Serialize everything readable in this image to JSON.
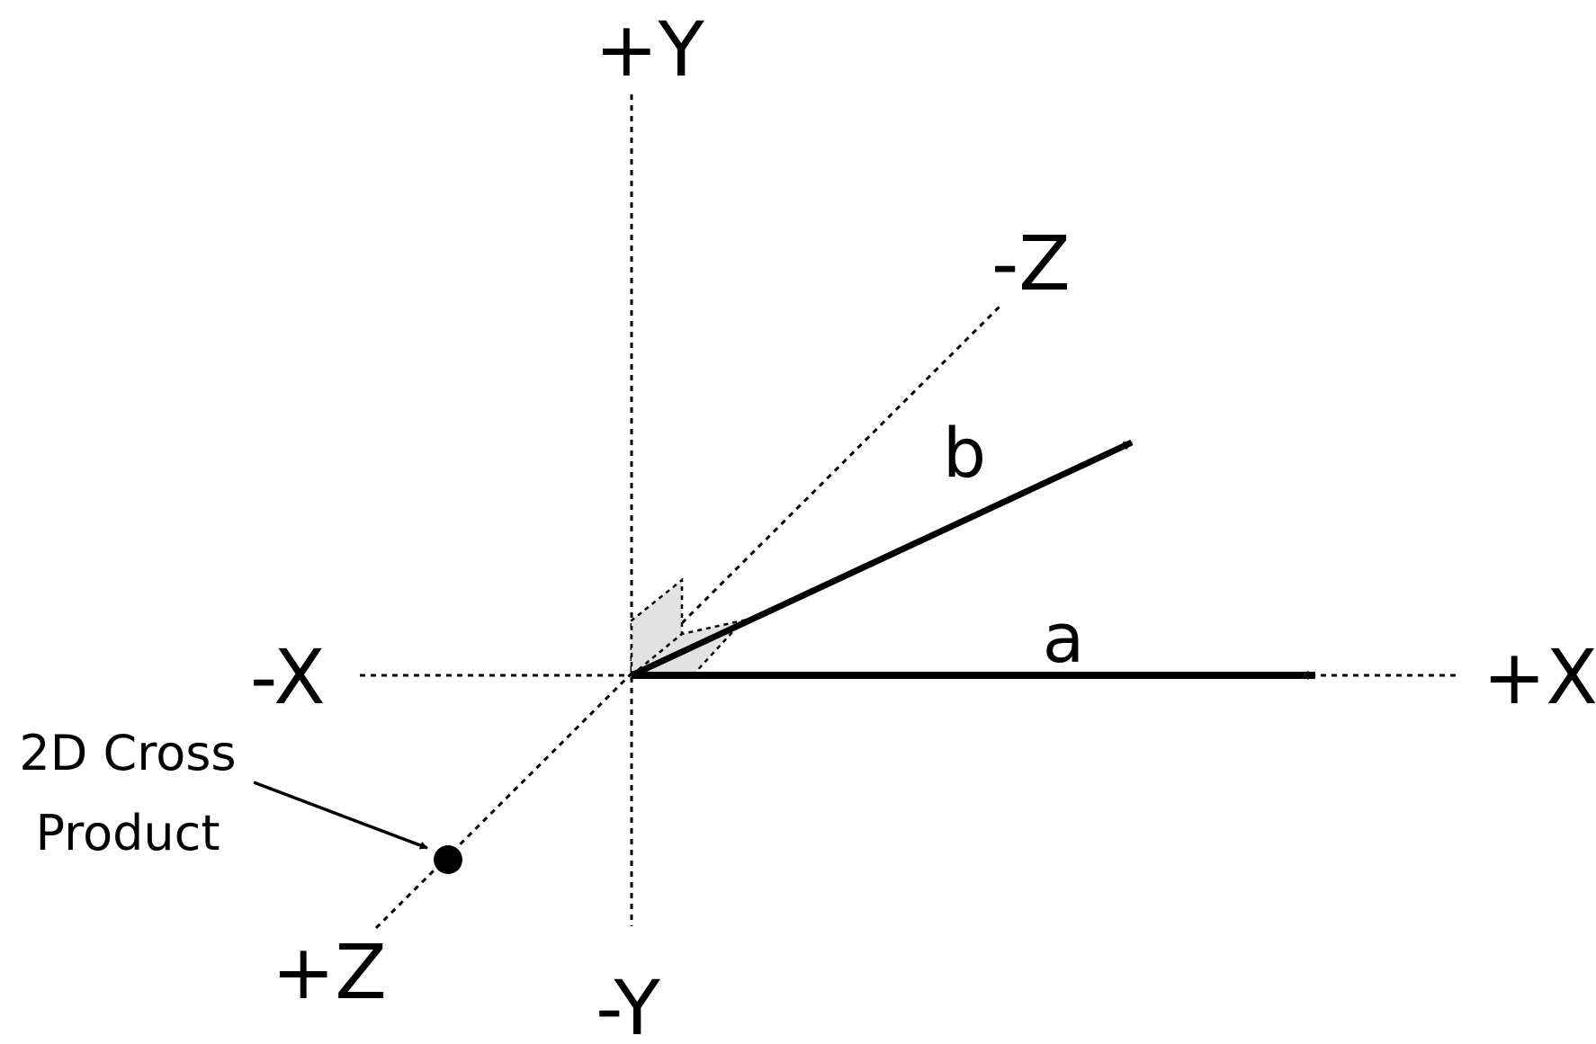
{
  "axes": {
    "pos_y": "+Y",
    "neg_y": "-Y",
    "pos_x": "+X",
    "neg_x": "-X",
    "pos_z": "+Z",
    "neg_z": "-Z"
  },
  "vectors": {
    "a": "a",
    "b": "b"
  },
  "annotation": {
    "line1": "2D Cross",
    "line2": "Product"
  }
}
